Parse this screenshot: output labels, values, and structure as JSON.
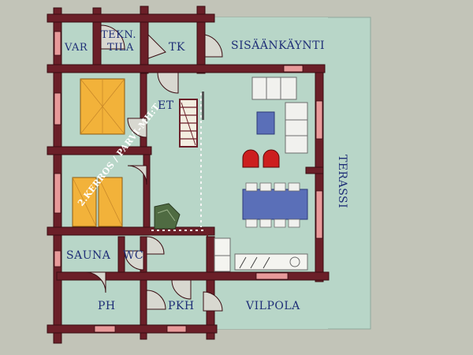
{
  "colors": {
    "background": "#c2c4b8",
    "floor": "#b8d6c8",
    "wall": "#6b1f28",
    "wall_edge": "#3a0d12",
    "window": "#e89a9a",
    "label": "#1f2f77",
    "bed": "#f2b23a",
    "table": "#5a6fb8",
    "chair": "#cc1f1f"
  },
  "rooms": {
    "tekn_tila_1": "TEKN.",
    "tekn_tila_2": "TILA",
    "var": "VAR",
    "tk": "TK",
    "sisaankaynti": "SISÄÄNKÄYNTI",
    "et": "ET",
    "loft": "2.KERROS / PARVI-MH:T",
    "terassi": "TERASSI",
    "sauna": "SAUNA",
    "wc": "WC",
    "ph": "PH",
    "pkh": "PKH",
    "vilpola": "VILPOLA"
  }
}
